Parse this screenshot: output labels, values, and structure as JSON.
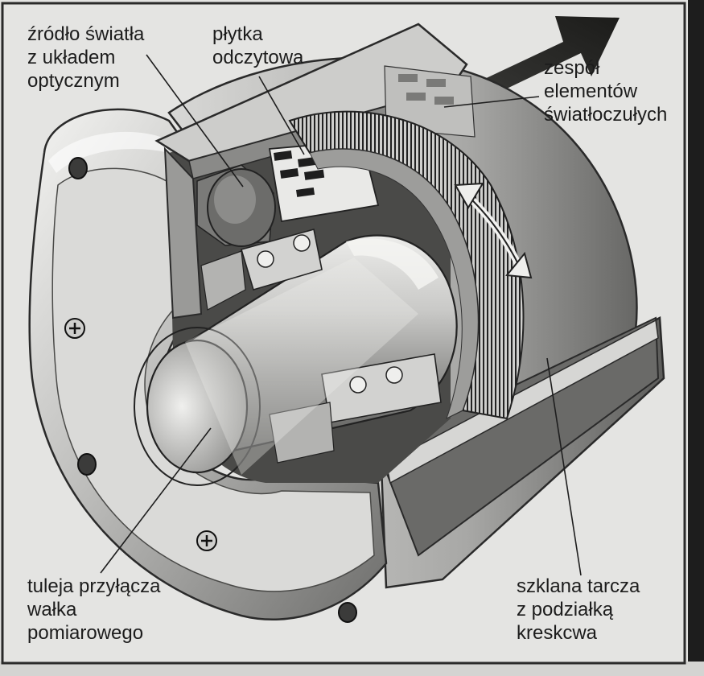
{
  "labels": {
    "light_source": {
      "lines": [
        "źródło światła",
        "z układem",
        "optycznym"
      ]
    },
    "reading_plate": {
      "lines": [
        "płytka",
        "odczytowa"
      ]
    },
    "photo_sensors": {
      "lines": [
        "zespół",
        "elementów",
        "światłoczułych"
      ]
    },
    "shaft_sleeve": {
      "lines": [
        "tuleja przyłącza",
        "wałka",
        "pomiarowego"
      ]
    },
    "glass_disc": {
      "lines": [
        "szklana tarcza",
        "z podziałką",
        "kreskcwa"
      ]
    }
  }
}
